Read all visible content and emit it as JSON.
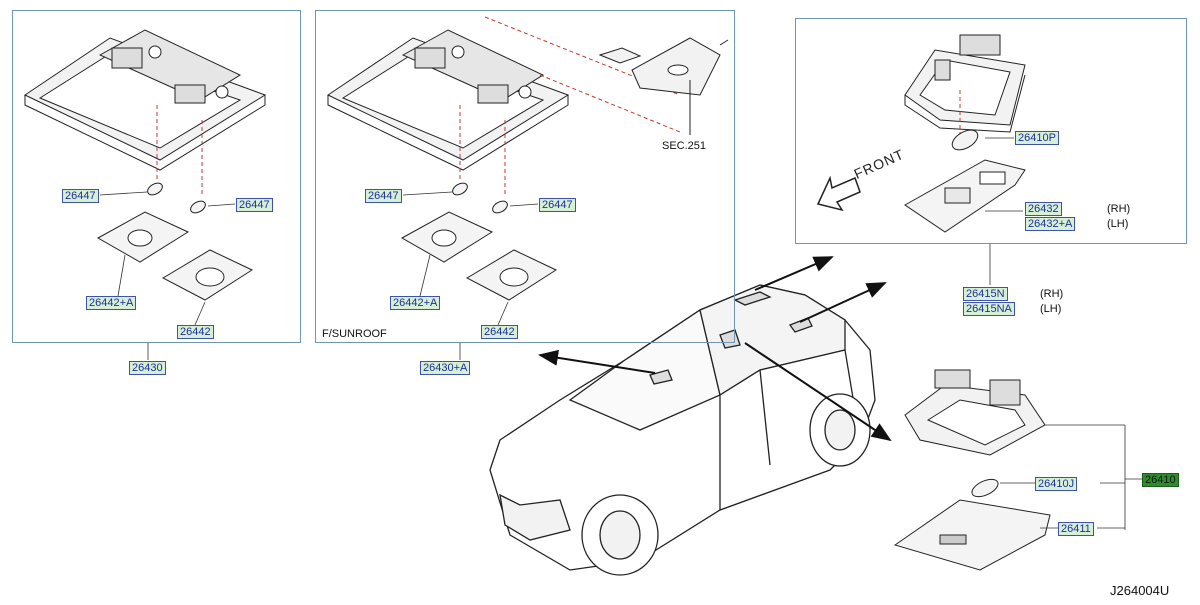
{
  "panels": {
    "left": {
      "part_labels": [
        "26447",
        "26447",
        "26442+A",
        "26442"
      ],
      "assembly": "26430"
    },
    "middle": {
      "part_labels": [
        "26447",
        "26447",
        "26442+A",
        "26442"
      ],
      "assembly": "26430+A",
      "variant_note": "F/SUNROOF",
      "section_ref": "SEC.251"
    },
    "right": {
      "bulb": "26410P",
      "lens_rh": "26432",
      "lens_lh": "26432+A",
      "rh": "(RH)",
      "lh": "(LH)",
      "direction": "FRONT"
    }
  },
  "vanity_lamp": {
    "rh": "26415N",
    "lh": "26415NA",
    "rh_note": "(RH)",
    "lh_note": "(LH)"
  },
  "cargo_lamp": {
    "assembly": "26410",
    "bulb": "26410J",
    "lens": "26411"
  },
  "diagram_code": "J264004U",
  "colors": {
    "label_bg": "#d6f0d6",
    "label_text": "#1f2f99",
    "highlight": "#2f8a2f",
    "frame": "#6f95b3"
  }
}
